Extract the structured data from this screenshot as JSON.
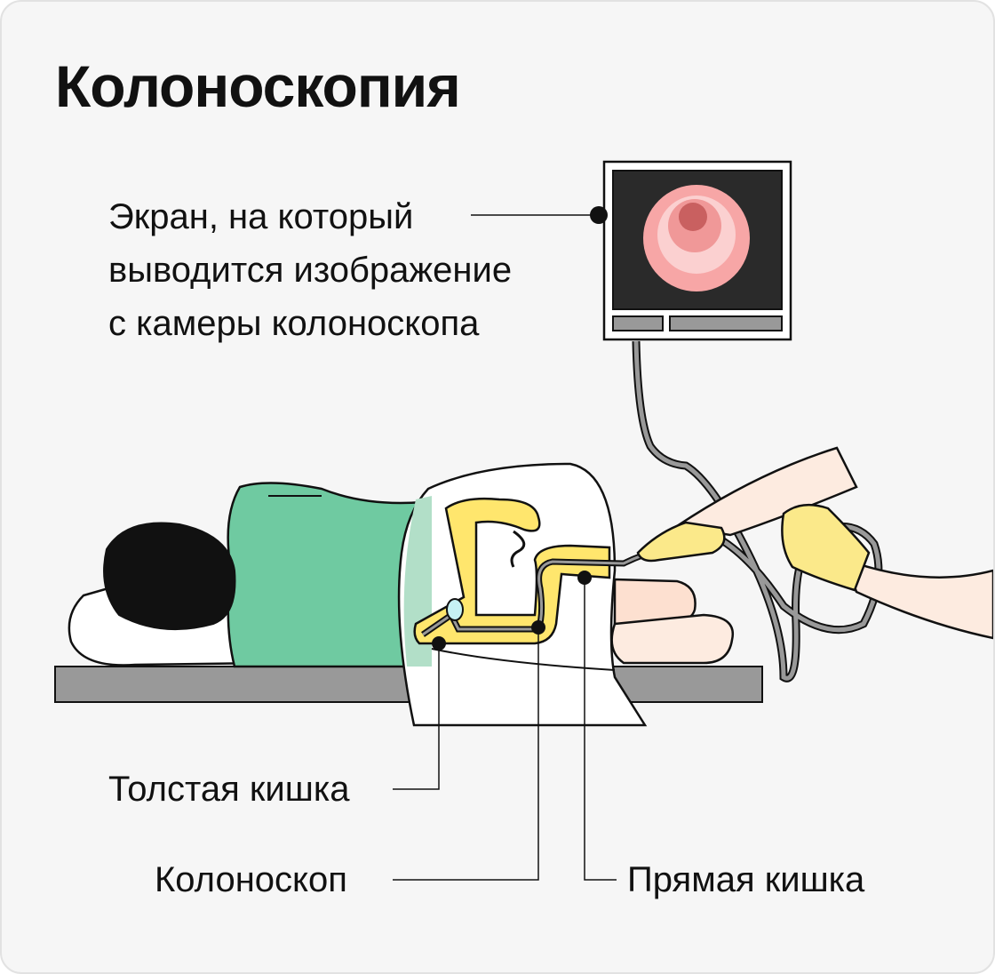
{
  "title": "Колоноскопия",
  "labels": {
    "screen_lines": [
      "Экран, на который",
      "выводится изображение",
      "с камеры колоноскопа"
    ],
    "colon": "Толстая кишка",
    "colonoscope": "Колоноскоп",
    "rectum": "Прямая кишка"
  },
  "colors": {
    "background": "#f6f6f6",
    "shirt": "#6fcaa1",
    "colon": "#ffe66d",
    "skin": "#fdebe0",
    "glove": "#fbe98a",
    "table": "#999999",
    "monitor_screen": "#2a2a2a",
    "camera_view": "#f7a6a6"
  }
}
